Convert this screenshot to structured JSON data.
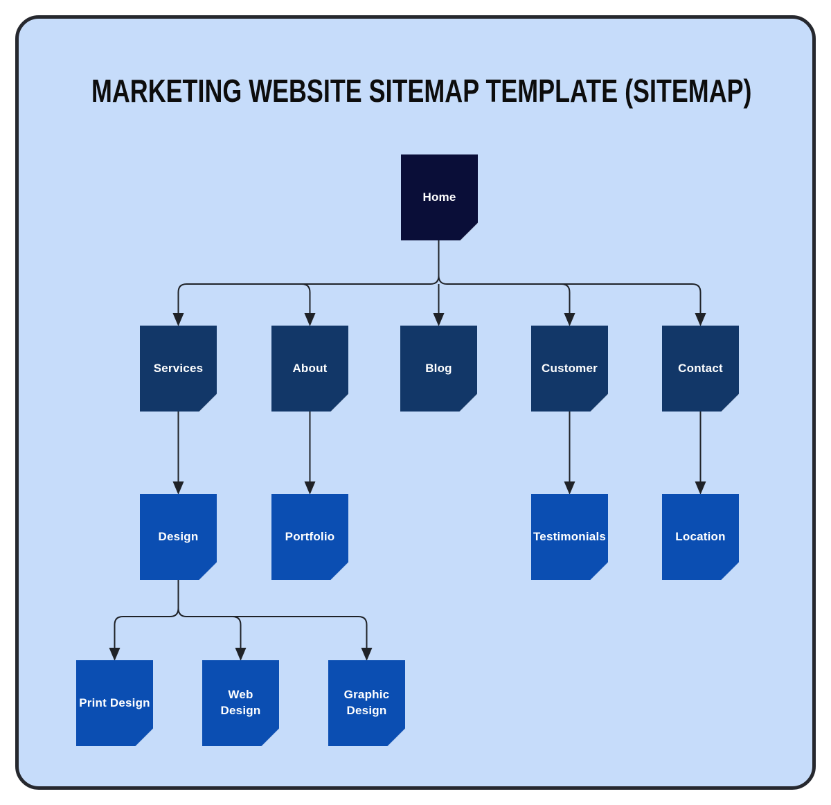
{
  "title": "MARKETING WEBSITE SITEMAP TEMPLATE (SITEMAP)",
  "nodes": {
    "home": "Home",
    "services": "Services",
    "about": "About",
    "blog": "Blog",
    "customer": "Customer",
    "contact": "Contact",
    "design": "Design",
    "portfolio": "Portfolio",
    "testimonials": "Testimonials",
    "location": "Location",
    "print_design": "Print Design",
    "web_design": "Web\nDesign",
    "graphic_design": "Graphic\nDesign"
  },
  "edges": [
    [
      "Home",
      "Services"
    ],
    [
      "Home",
      "About"
    ],
    [
      "Home",
      "Blog"
    ],
    [
      "Home",
      "Customer"
    ],
    [
      "Home",
      "Contact"
    ],
    [
      "Services",
      "Design"
    ],
    [
      "About",
      "Portfolio"
    ],
    [
      "Customer",
      "Testimonials"
    ],
    [
      "Contact",
      "Location"
    ],
    [
      "Design",
      "Print Design"
    ],
    [
      "Design",
      "Web Design"
    ],
    [
      "Design",
      "Graphic Design"
    ]
  ],
  "colors": {
    "page_bg": "#ffffff",
    "canvas": "#c6dcfa",
    "frame": "#26282e",
    "title": "#0d0d0d",
    "node_level1": "#0a0e38",
    "node_level2": "#123768",
    "node_level3": "#0b4eb2",
    "connector": "#1f2227",
    "label": "#ffffff"
  }
}
